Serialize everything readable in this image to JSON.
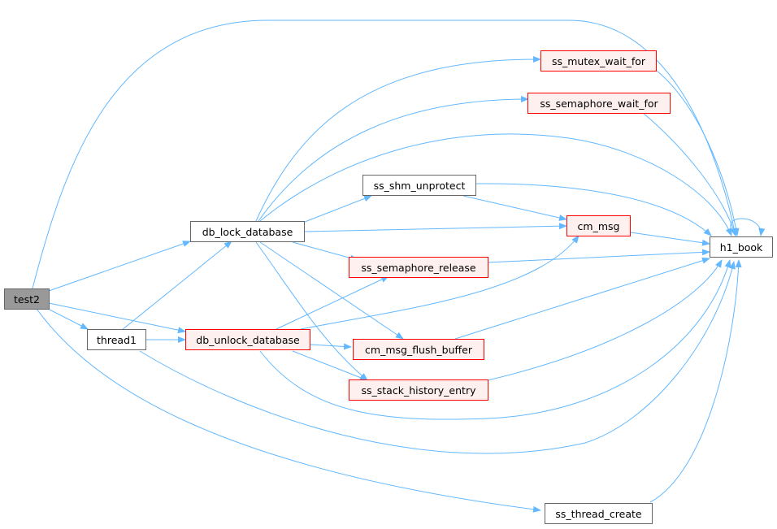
{
  "graph": {
    "nodes": {
      "test2": "test2",
      "thread1": "thread1",
      "db_lock_database": "db_lock_database",
      "db_unlock_database": "db_unlock_database",
      "ss_mutex_wait_for": "ss_mutex_wait_for",
      "ss_semaphore_wait_for": "ss_semaphore_wait_for",
      "ss_shm_unprotect": "ss_shm_unprotect",
      "cm_msg": "cm_msg",
      "ss_semaphore_release": "ss_semaphore_release",
      "cm_msg_flush_buffer": "cm_msg_flush_buffer",
      "ss_stack_history_entry": "ss_stack_history_entry",
      "h1_book": "h1_book",
      "ss_thread_create": "ss_thread_create"
    },
    "colors": {
      "edge": "#63b8ff",
      "node_border": "#666666",
      "highlight_border": "#ff0000",
      "root_fill": "#999999"
    }
  }
}
